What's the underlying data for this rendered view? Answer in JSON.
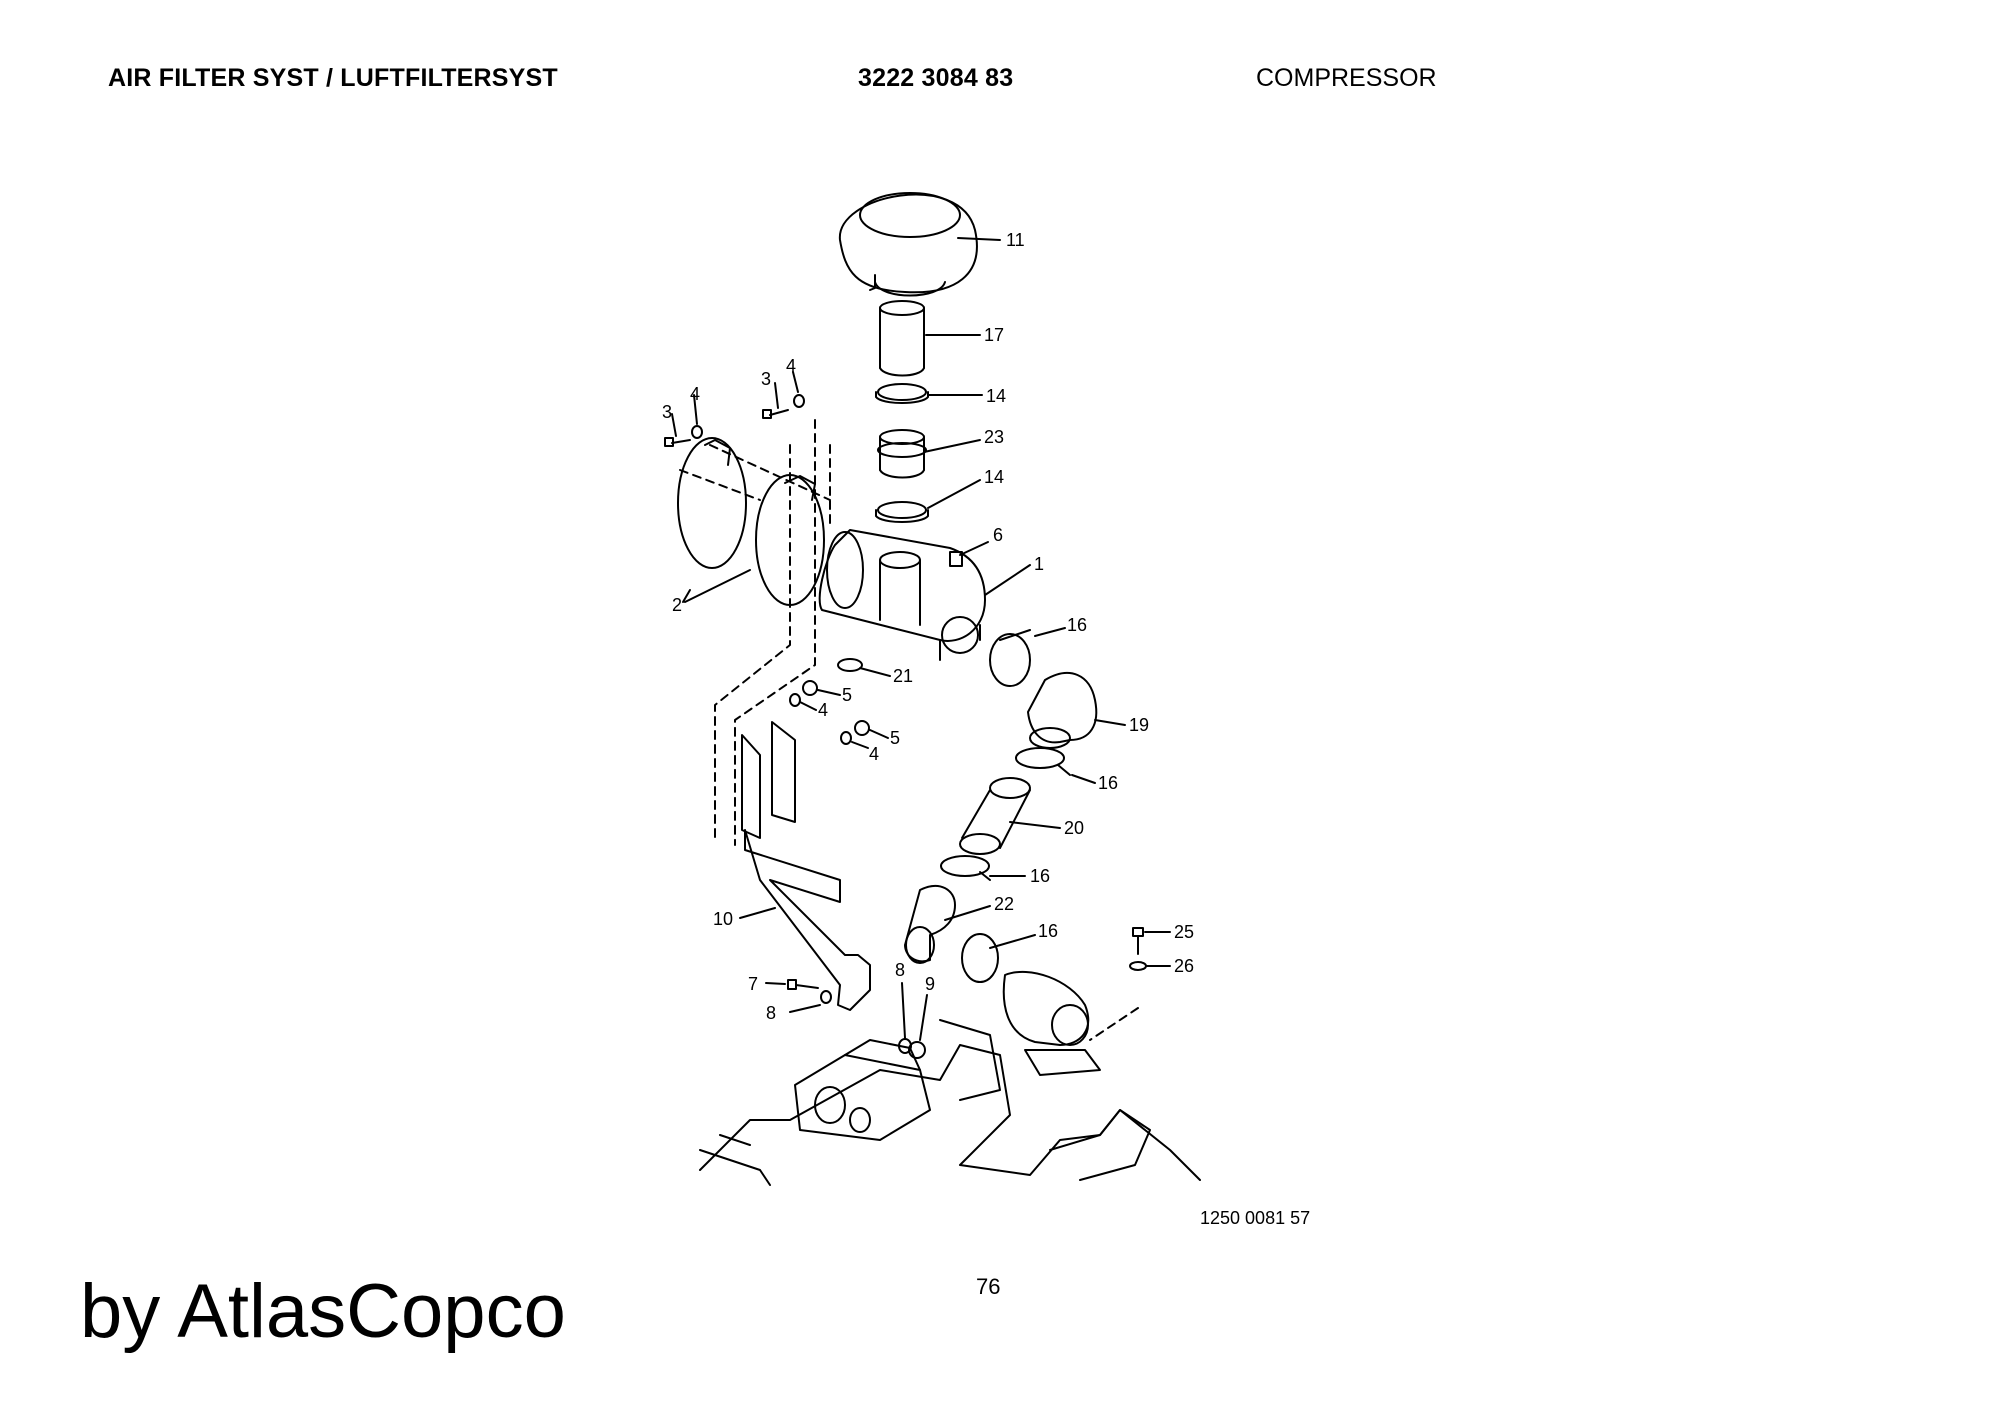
{
  "header": {
    "title": "AIR FILTER SYST / LUFTFILTERSYST",
    "part_number": "3222 3084 83",
    "section": "COMPRESSOR"
  },
  "callouts": [
    {
      "id": "c11",
      "text": "11"
    },
    {
      "id": "c17",
      "text": "17"
    },
    {
      "id": "c14a",
      "text": "14"
    },
    {
      "id": "c23",
      "text": "23"
    },
    {
      "id": "c14b",
      "text": "14"
    },
    {
      "id": "c6",
      "text": "6"
    },
    {
      "id": "c1",
      "text": "1"
    },
    {
      "id": "c16a",
      "text": "16"
    },
    {
      "id": "c19",
      "text": "19"
    },
    {
      "id": "c16b",
      "text": "16"
    },
    {
      "id": "c20",
      "text": "20"
    },
    {
      "id": "c16c",
      "text": "16"
    },
    {
      "id": "c22",
      "text": "22"
    },
    {
      "id": "c16d",
      "text": "16"
    },
    {
      "id": "c25",
      "text": "25"
    },
    {
      "id": "c26",
      "text": "26"
    },
    {
      "id": "c21",
      "text": "21"
    },
    {
      "id": "c2",
      "text": "2"
    },
    {
      "id": "c3a",
      "text": "3"
    },
    {
      "id": "c4a",
      "text": "4"
    },
    {
      "id": "c3b",
      "text": "3"
    },
    {
      "id": "c4b",
      "text": "4"
    },
    {
      "id": "c5a",
      "text": "5"
    },
    {
      "id": "c4c",
      "text": "4"
    },
    {
      "id": "c5b",
      "text": "5"
    },
    {
      "id": "c4d",
      "text": "4"
    },
    {
      "id": "c10",
      "text": "10"
    },
    {
      "id": "c7",
      "text": "7"
    },
    {
      "id": "c8a",
      "text": "8"
    },
    {
      "id": "c8b",
      "text": "8"
    },
    {
      "id": "c9",
      "text": "9"
    }
  ],
  "drawing_number": "1250 0081 57",
  "page_number": "76",
  "brand": "by AtlasCopco"
}
